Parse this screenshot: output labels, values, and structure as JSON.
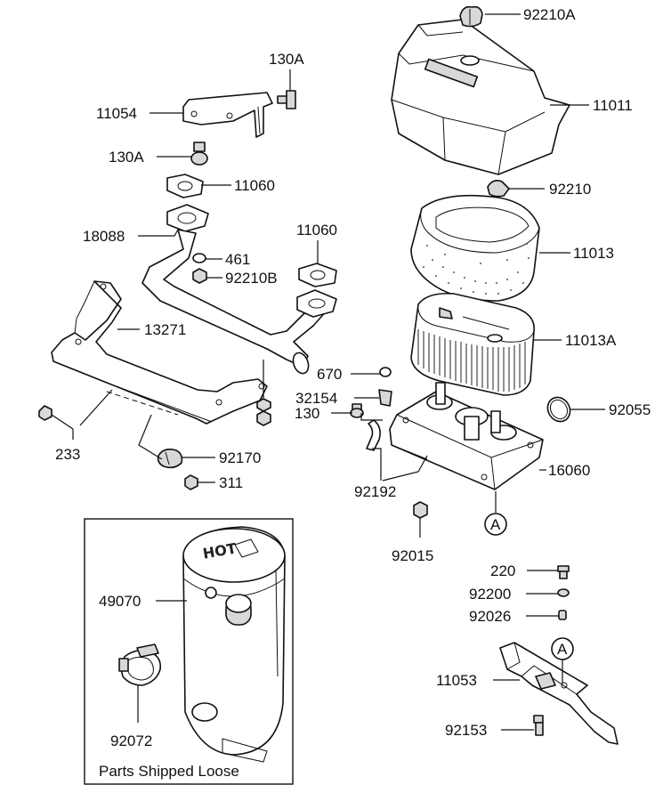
{
  "labels": {
    "l_92210A": "92210A",
    "l_11011": "11011",
    "l_130A_top": "130A",
    "l_11054": "11054",
    "l_130A_low": "130A",
    "l_11060_a": "11060",
    "l_18088": "18088",
    "l_461": "461",
    "l_92210B": "92210B",
    "l_11060_b": "11060",
    "l_92210": "92210",
    "l_11013": "11013",
    "l_11013A": "11013A",
    "l_13271": "13271",
    "l_670": "670",
    "l_32154": "32154",
    "l_92055": "92055",
    "l_130": "130",
    "l_233": "233",
    "l_92170": "92170",
    "l_16060": "16060",
    "l_311": "311",
    "l_92192": "92192",
    "l_92015": "92015",
    "l_220": "220",
    "l_92200": "92200",
    "l_92026": "92026",
    "l_11053": "11053",
    "l_92153": "92153",
    "l_49070": "49070",
    "l_92072": "92072",
    "ref_A_upper": "A",
    "ref_A_lower": "A",
    "loose_caption": "Parts Shipped Loose",
    "muffler_text": "HOT"
  }
}
